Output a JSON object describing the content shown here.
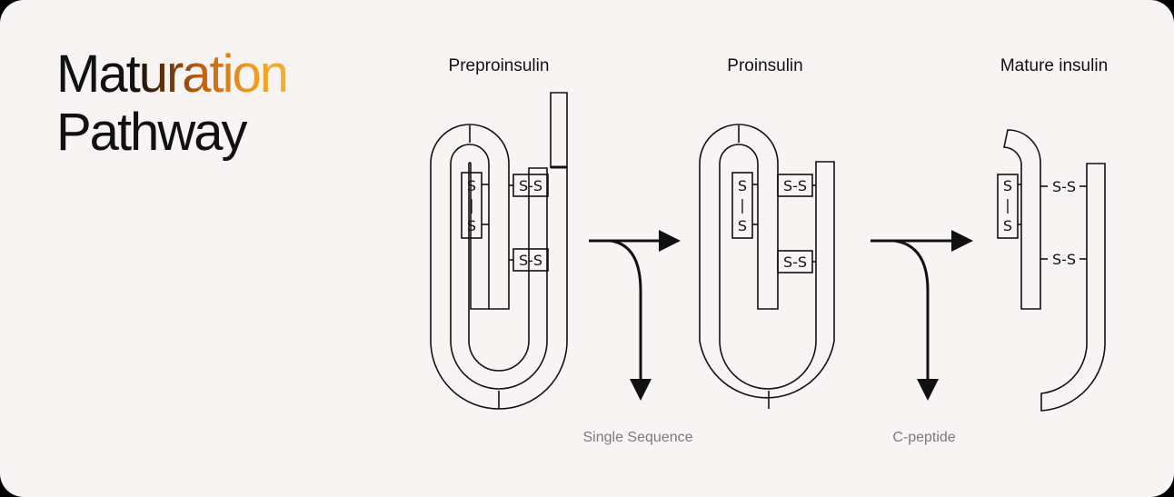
{
  "title": {
    "line1_dark": "Mat",
    "line1_gradient": "uration",
    "line2": "Pathway"
  },
  "stages": {
    "preproinsulin": "Preproinsulin",
    "proinsulin": "Proinsulin",
    "mature": "Mature insulin"
  },
  "byproducts": {
    "signal": "Single Sequence",
    "cpeptide": "C-peptide"
  },
  "bonds": {
    "pair": "S-S",
    "sulfur": "S",
    "link": "|"
  },
  "colors": {
    "background": "#f8f4f4",
    "ink": "#111111",
    "muted": "#7a7a7a",
    "gradient_start": "#1a1008",
    "gradient_end": "#f4b030"
  }
}
